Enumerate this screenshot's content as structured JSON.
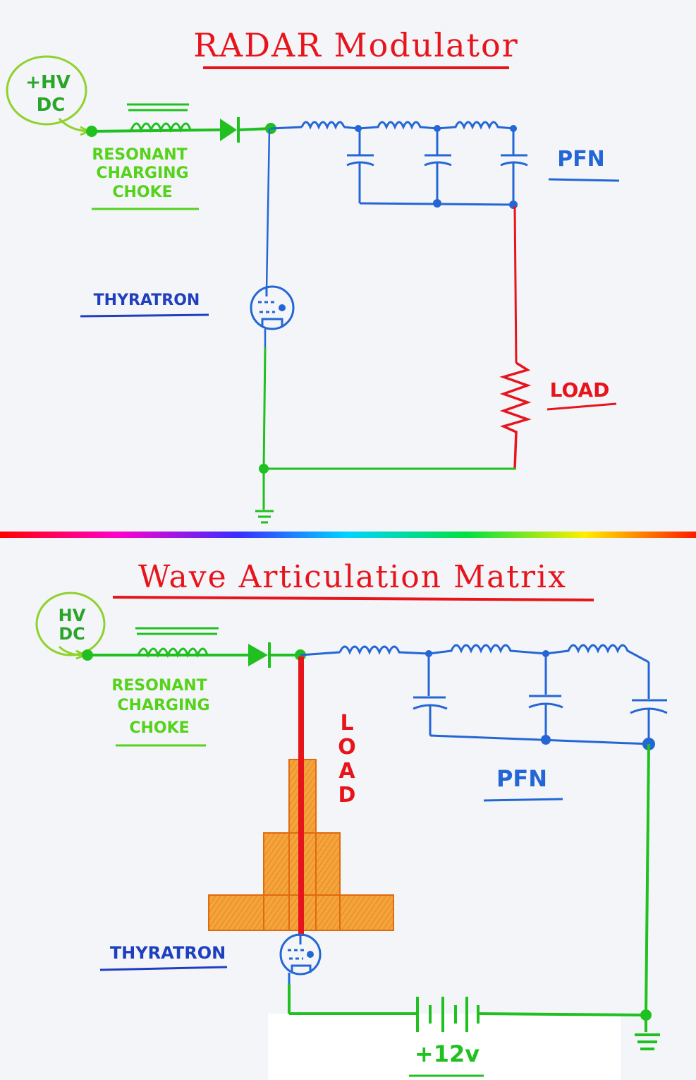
{
  "top": {
    "title": "RADAR Modulator",
    "source": [
      "+HV",
      "DC"
    ],
    "choke": [
      "RESONANT",
      "CHARGING",
      "CHOKE"
    ],
    "pfn": "PFN",
    "thyratron": "THYRATRON",
    "load": "LOAD"
  },
  "bottom": {
    "title": "Wave Articulation Matrix",
    "source": [
      "HV",
      "DC"
    ],
    "choke": [
      "RESONANT",
      "CHARGING",
      "CHOKE"
    ],
    "pfn": "PFN",
    "thyratron": "THYRATRON",
    "load": "LOAD",
    "battery": "+12v"
  },
  "colors": {
    "red": "#e8141c",
    "green": "#1fc01f",
    "lime": "#55d21a",
    "blue": "#2466d6",
    "darkblue": "#1f3fbf",
    "orange": "#f2a23a",
    "orange_edge": "#e06a10"
  }
}
